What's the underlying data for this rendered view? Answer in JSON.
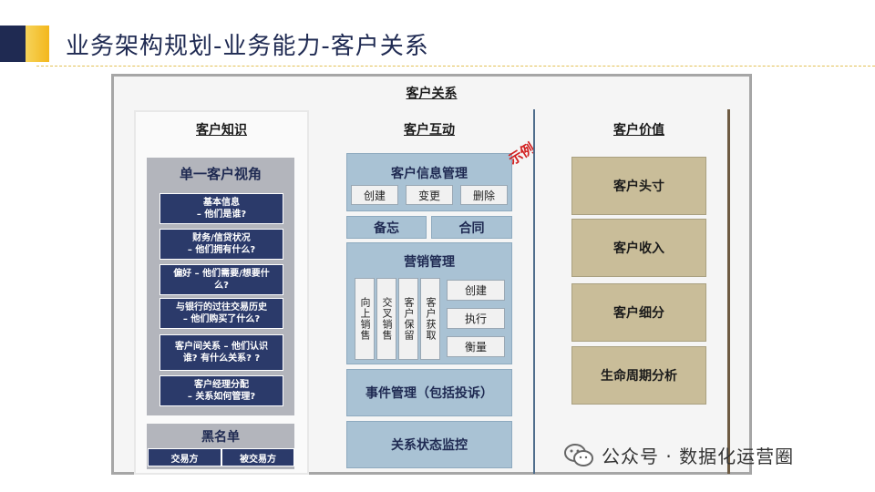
{
  "header": {
    "title": "业务架构规划-业务能力-客户关系",
    "colors": {
      "navy": "#1f2a52",
      "gold": "#f3b71c"
    }
  },
  "frame": {
    "title": "客户关系"
  },
  "knowledge": {
    "title": "客户知识",
    "single_view": {
      "title": "单一客户视角",
      "items": [
        "基本信息\n– 他们是谁?",
        "财务/信贷状况\n– 他们拥有什么?",
        "偏好 – 他们需要/想要什\n么?",
        "与银行的过往交易历史\n– 他们购买了什么?",
        "客户间关系 – 他们认识\n谁? 有什么关系? ?",
        "客户经理分配\n– 关系如何管理?"
      ]
    },
    "blacklist": {
      "title": "黑名单",
      "cells": [
        "交易方",
        "被交易方"
      ]
    }
  },
  "interaction": {
    "title": "客户互动",
    "stamp": "示例",
    "info_mgmt": {
      "title": "客户信息管理",
      "buttons": [
        "创建",
        "变更",
        "删除"
      ]
    },
    "memo": "备忘",
    "contract": "合同",
    "marketing": {
      "title": "营销管理",
      "vertical": [
        "向上销售",
        "交叉销售",
        "客户保留",
        "客户获取"
      ],
      "steps": [
        "创建",
        "执行",
        "衡量"
      ]
    },
    "event_mgmt": "事件管理（包括投诉）",
    "status_monitor": "关系状态监控"
  },
  "value": {
    "title": "客户价值",
    "items": [
      "客户头寸",
      "客户收入",
      "客户细分",
      "生命周期分析"
    ]
  },
  "watermark": {
    "text": "公众号 · 数据化运营圈",
    "icon": "wechat-icon"
  }
}
